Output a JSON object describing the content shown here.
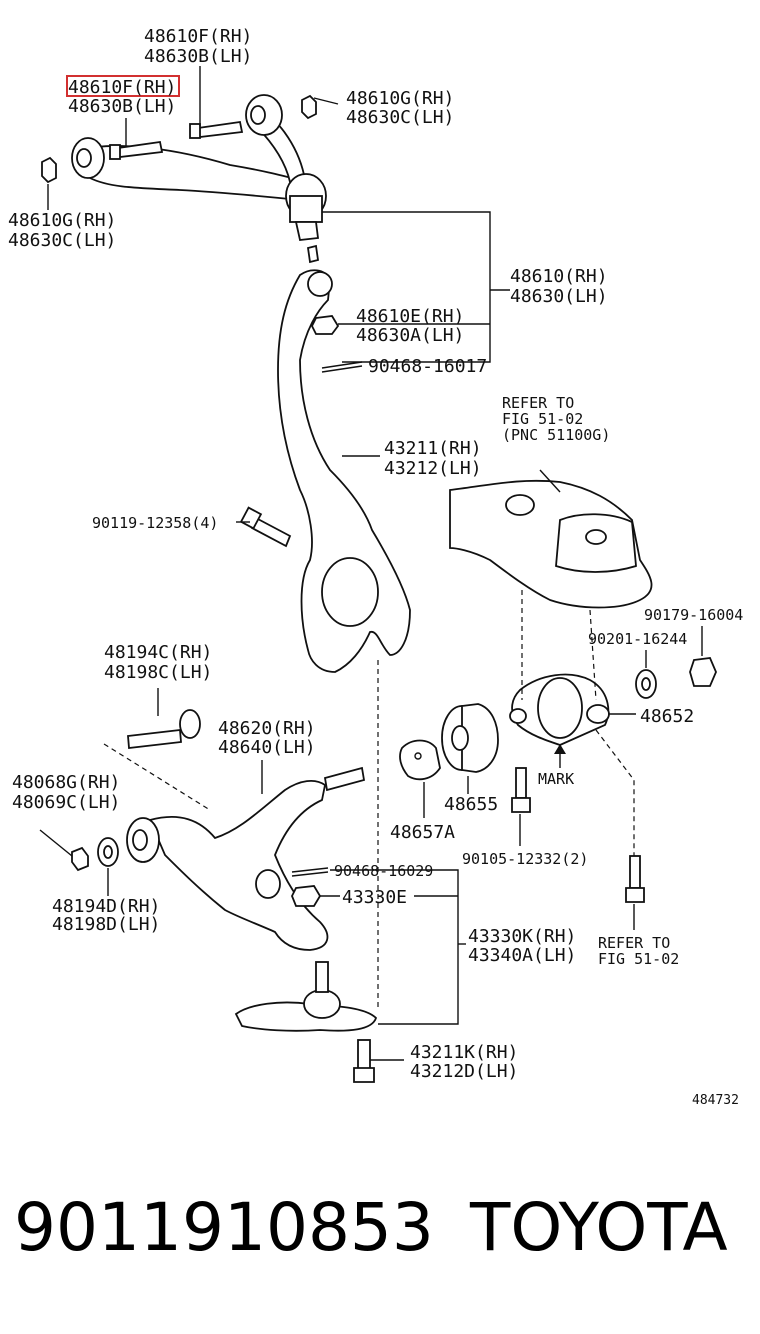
{
  "labels": {
    "l1": {
      "a": "48610F(RH)",
      "b": "48630B(LH)"
    },
    "l2": {
      "a": "48610F(RH)",
      "b": "48630B(LH)"
    },
    "l3": {
      "a": "48610G(RH)",
      "b": "48630C(LH)"
    },
    "l4": {
      "a": "48610G(RH)",
      "b": "48630C(LH)"
    },
    "l5": {
      "a": "48610(RH)",
      "b": "48630(LH)"
    },
    "l6": {
      "a": "48610E(RH)",
      "b": "48630A(LH)"
    },
    "l7": "90468-16017",
    "l8": {
      "a": "REFER TO",
      "b": "FIG 51-02",
      "c": "(PNC 51100G)"
    },
    "l9": {
      "a": "43211(RH)",
      "b": "43212(LH)"
    },
    "l10": "90119-12358(4)",
    "l11": "90179-16004",
    "l12": "90201-16244",
    "l13": {
      "a": "48194C(RH)",
      "b": "48198C(LH)"
    },
    "l14": "48652",
    "l15": {
      "a": "48620(RH)",
      "b": "48640(LH)"
    },
    "l16": {
      "a": "48068G(RH)",
      "b": "48069C(LH)"
    },
    "l17": "MARK",
    "l18": "48655",
    "l19": "48657A",
    "l20": "90105-12332(2)",
    "l21": "90468-16029",
    "l22": "43330E",
    "l23": {
      "a": "48194D(RH)",
      "b": "48198D(LH)"
    },
    "l24": {
      "a": "43330K(RH)",
      "b": "43340A(LH)"
    },
    "l25": {
      "a": "REFER TO",
      "b": "FIG 51-02"
    },
    "l26": {
      "a": "43211K(RH)",
      "b": "43212D(LH)"
    },
    "l27": "484732"
  },
  "footer": {
    "part_number": "9011910853",
    "brand": "TOYOTA"
  },
  "colors": {
    "highlight": "#d23030",
    "ink": "#111111"
  }
}
